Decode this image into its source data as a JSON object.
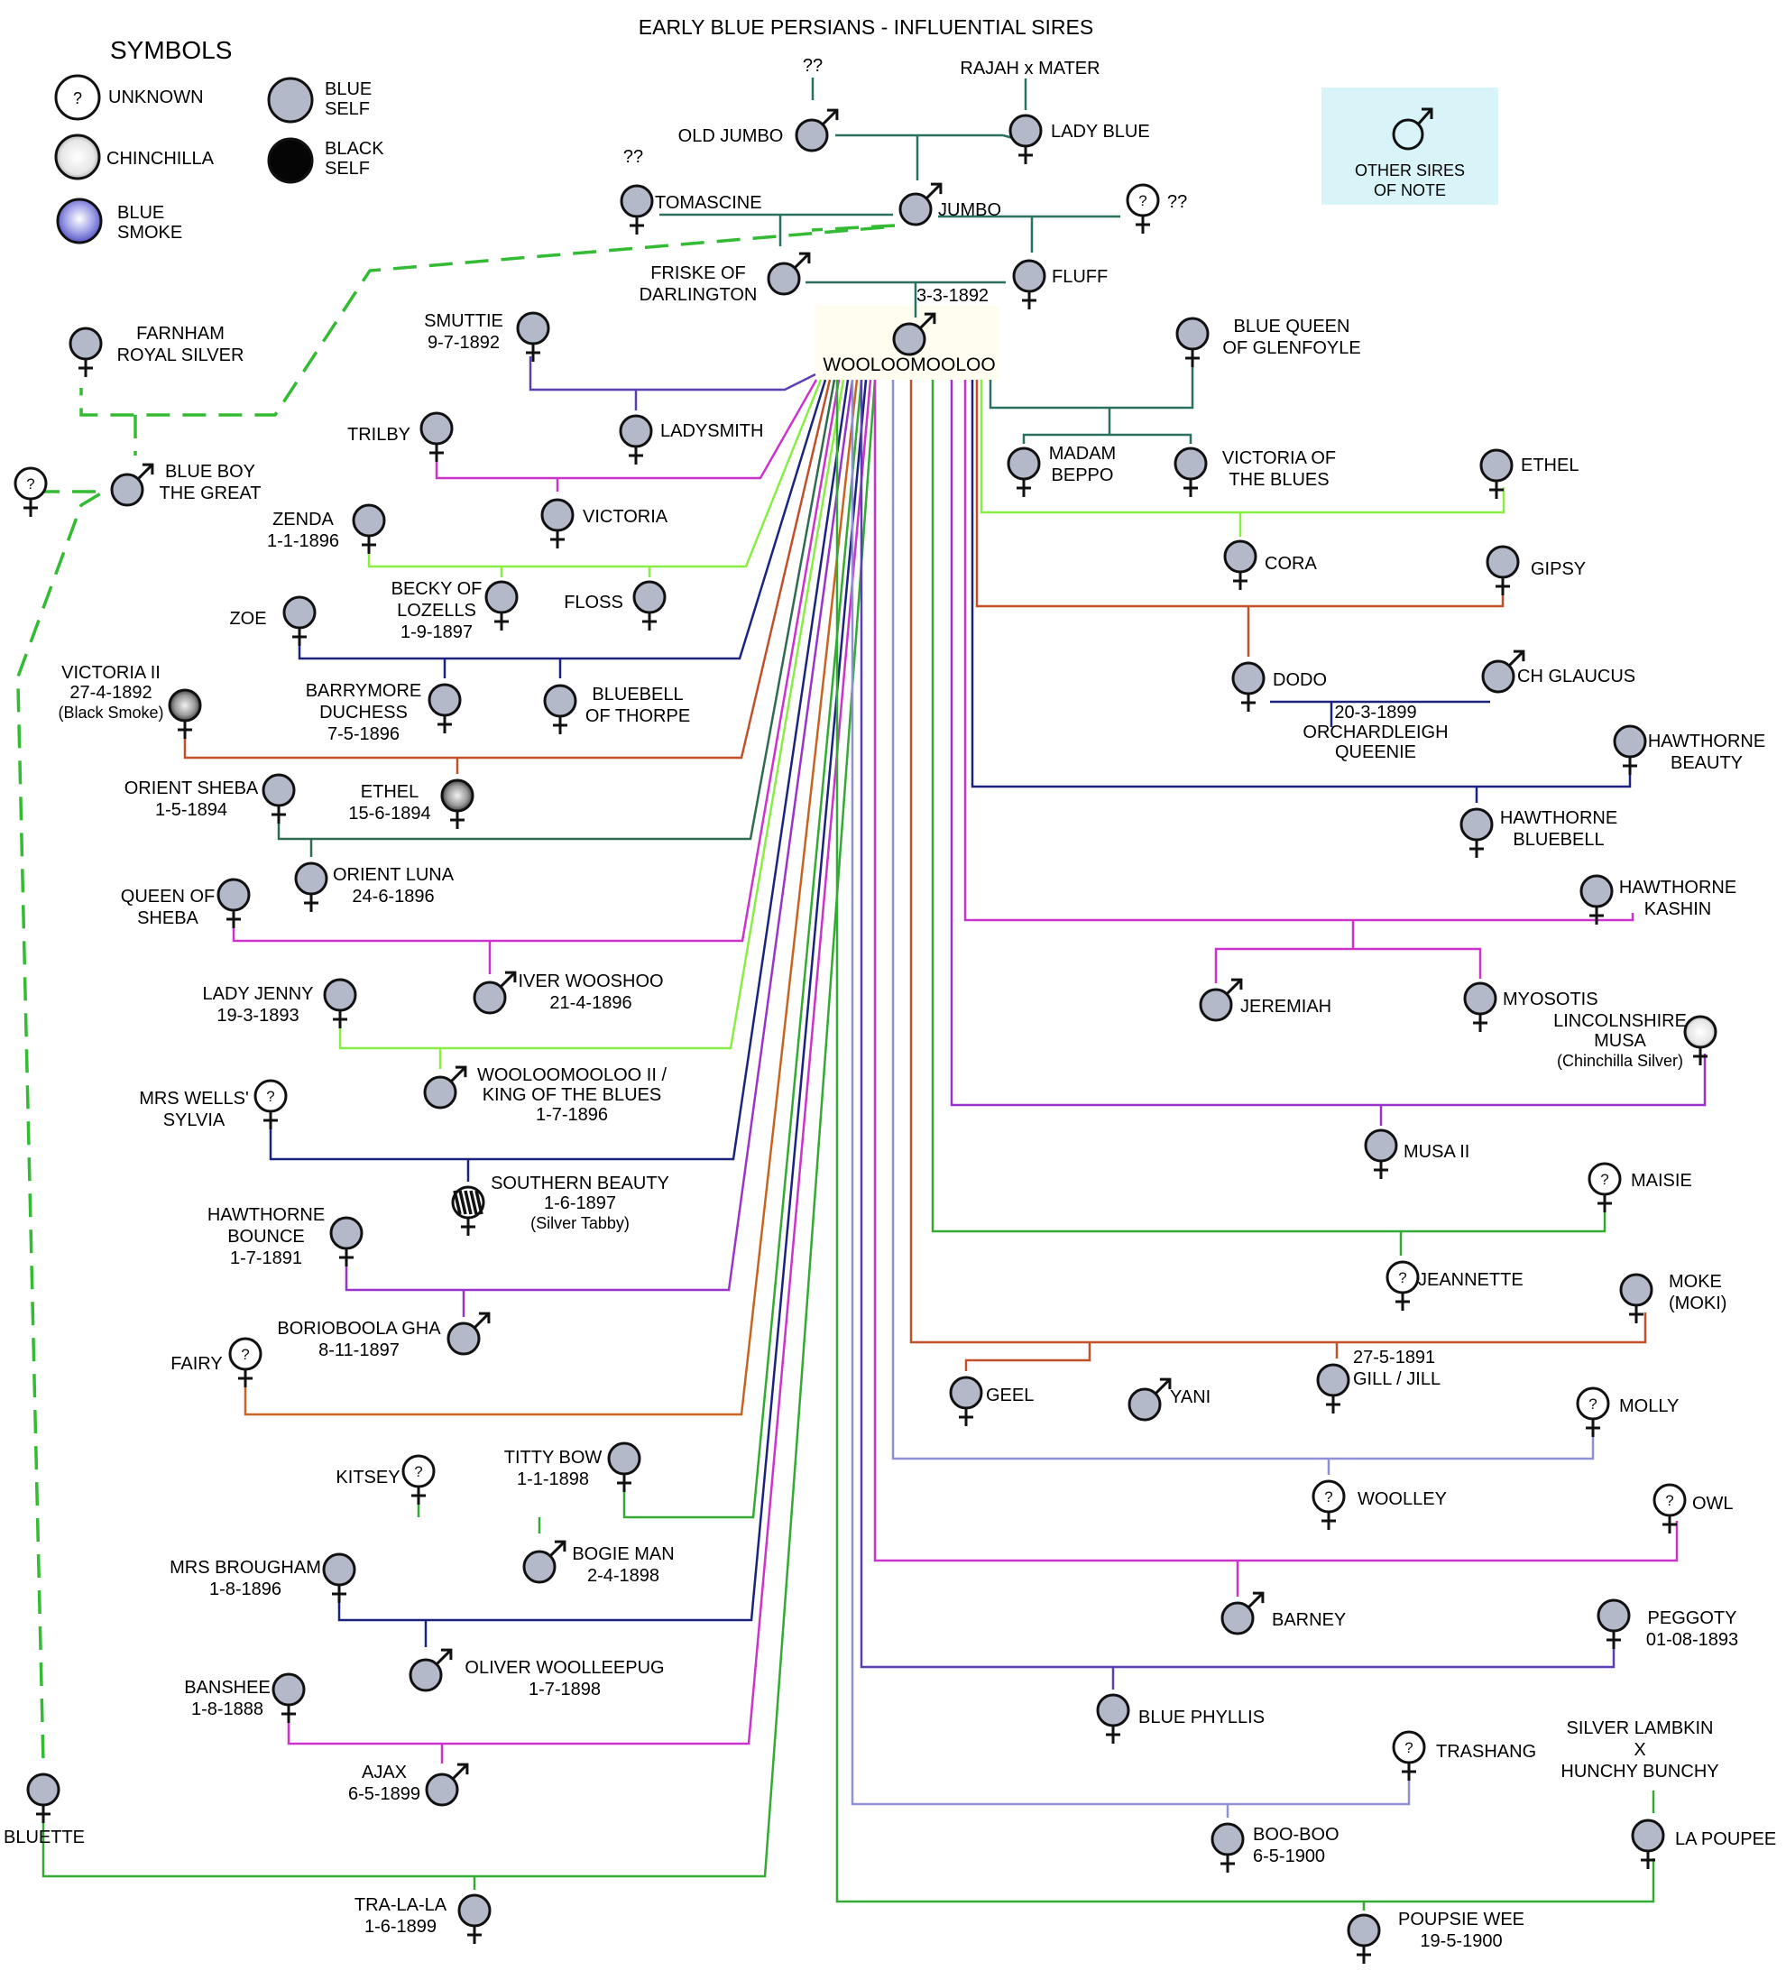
{
  "title": "EARLY BLUE PERSIANS - INFLUENTIAL SIRES",
  "legend": {
    "heading": "SYMBOLS",
    "items": [
      {
        "name": "unknown",
        "lines": [
          "UNKNOWN"
        ]
      },
      {
        "name": "chinchilla",
        "lines": [
          "CHINCHILLA"
        ]
      },
      {
        "name": "blue-smoke",
        "lines": [
          "BLUE",
          "SMOKE"
        ]
      },
      {
        "name": "blue-self",
        "lines": [
          "BLUE",
          "SELF"
        ]
      },
      {
        "name": "black-self",
        "lines": [
          "BLACK",
          "SELF"
        ]
      }
    ],
    "other_sires_note": [
      "OTHER SIRES",
      "OF NOTE"
    ]
  },
  "colors": {
    "dark_green": "#2e6b4f",
    "bright_green": "#33aa33",
    "light_green": "#88ee44",
    "dash_green": "#33bb33",
    "navy": "#1a237e",
    "purple": "#5a3fb0",
    "magenta": "#cc33cc",
    "violet": "#9933cc",
    "rust": "#c0502a",
    "orange": "#c86420",
    "lavender": "#8f8fd6",
    "teal": "#2a7060",
    "blue_fill": "#b4b9c9",
    "note_bg": "#d8f4f8"
  },
  "cats": [
    {
      "id": "qq1",
      "sex": "?",
      "fill": "none",
      "lines": [
        "??"
      ]
    },
    {
      "id": "rajah",
      "sex": "?",
      "fill": "none",
      "lines": [
        "RAJAH x MATER"
      ]
    },
    {
      "id": "old-jumbo",
      "sex": "M",
      "fill": "blue",
      "lines": [
        "OLD JUMBO"
      ]
    },
    {
      "id": "lady-blue",
      "sex": "F",
      "fill": "blue",
      "lines": [
        "LADY BLUE"
      ]
    },
    {
      "id": "qq2",
      "sex": "?",
      "fill": "none",
      "lines": [
        "??"
      ]
    },
    {
      "id": "tomascine",
      "sex": "F",
      "fill": "blue",
      "lines": [
        "TOMASCINE"
      ]
    },
    {
      "id": "jumbo",
      "sex": "M",
      "fill": "blue",
      "lines": [
        "JUMBO"
      ]
    },
    {
      "id": "qq3",
      "sex": "F",
      "fill": "unknown",
      "lines": [
        "??"
      ]
    },
    {
      "id": "friske",
      "sex": "M",
      "fill": "blue",
      "lines": [
        "FRISKE OF",
        "DARLINGTON"
      ]
    },
    {
      "id": "fluff",
      "sex": "F",
      "fill": "blue",
      "lines": [
        "FLUFF"
      ]
    },
    {
      "id": "date-1892",
      "sex": "?",
      "fill": "none",
      "lines": [
        "3-3-1892"
      ]
    },
    {
      "id": "wooloomooloo",
      "sex": "M",
      "fill": "blue",
      "lines": [
        "WOOLOOMOOLOO"
      ]
    },
    {
      "id": "farnham",
      "sex": "F",
      "fill": "blue",
      "lines": [
        "FARNHAM",
        "ROYAL SILVER"
      ]
    },
    {
      "id": "smuttie",
      "sex": "F",
      "fill": "blue",
      "lines": [
        "SMUTTIE",
        "9-7-1892"
      ]
    },
    {
      "id": "blue-queen",
      "sex": "F",
      "fill": "blue",
      "lines": [
        "BLUE QUEEN",
        "OF GLENFOYLE"
      ]
    },
    {
      "id": "ladysmith",
      "sex": "F",
      "fill": "blue",
      "lines": [
        "LADYSMITH"
      ]
    },
    {
      "id": "trilby",
      "sex": "F",
      "fill": "blue",
      "lines": [
        "TRILBY"
      ]
    },
    {
      "id": "madam-beppo",
      "sex": "F",
      "fill": "blue",
      "lines": [
        "MADAM",
        "BEPPO"
      ]
    },
    {
      "id": "victoria-blues",
      "sex": "F",
      "fill": "blue",
      "lines": [
        "VICTORIA OF",
        "THE BLUES"
      ]
    },
    {
      "id": "ethel-r",
      "sex": "F",
      "fill": "blue",
      "lines": [
        "ETHEL"
      ]
    },
    {
      "id": "unk-left",
      "sex": "F",
      "fill": "unknown",
      "lines": []
    },
    {
      "id": "blue-boy",
      "sex": "M",
      "fill": "blue",
      "lines": [
        "BLUE BOY",
        "THE GREAT"
      ]
    },
    {
      "id": "victoria",
      "sex": "F",
      "fill": "blue",
      "lines": [
        "VICTORIA"
      ]
    },
    {
      "id": "zenda",
      "sex": "F",
      "fill": "blue",
      "lines": [
        "ZENDA",
        "1-1-1896"
      ]
    },
    {
      "id": "cora",
      "sex": "F",
      "fill": "blue",
      "lines": [
        "CORA"
      ]
    },
    {
      "id": "gipsy",
      "sex": "F",
      "fill": "blue",
      "lines": [
        "GIPSY"
      ]
    },
    {
      "id": "becky",
      "sex": "F",
      "fill": "blue",
      "lines": [
        "BECKY OF",
        "LOZELLS",
        "1-9-1897"
      ]
    },
    {
      "id": "floss",
      "sex": "F",
      "fill": "blue",
      "lines": [
        "FLOSS"
      ]
    },
    {
      "id": "zoe",
      "sex": "F",
      "fill": "blue",
      "lines": [
        "ZOE"
      ]
    },
    {
      "id": "dodo",
      "sex": "F",
      "fill": "blue",
      "lines": [
        "DODO"
      ]
    },
    {
      "id": "ch-glaucus",
      "sex": "M",
      "fill": "blue",
      "lines": [
        "CH GLAUCUS"
      ]
    },
    {
      "id": "victoria-ii",
      "sex": "F",
      "fill": "smoke",
      "lines": [
        "VICTORIA II",
        "27-4-1892",
        "(Black Smoke)"
      ]
    },
    {
      "id": "barrymore",
      "sex": "F",
      "fill": "blue",
      "lines": [
        "BARRYMORE",
        "DUCHESS",
        "7-5-1896"
      ]
    },
    {
      "id": "bluebell-thorpe",
      "sex": "F",
      "fill": "blue",
      "lines": [
        "BLUEBELL",
        "OF THORPE"
      ]
    },
    {
      "id": "orchardleigh",
      "sex": "?",
      "fill": "none",
      "lines": [
        "20-3-1899",
        "ORCHARDLEIGH",
        "QUEENIE"
      ]
    },
    {
      "id": "hawthorne-beauty",
      "sex": "F",
      "fill": "blue",
      "lines": [
        "HAWTHORNE",
        "BEAUTY"
      ]
    },
    {
      "id": "orient-sheba",
      "sex": "F",
      "fill": "blue",
      "lines": [
        "ORIENT SHEBA",
        "1-5-1894"
      ]
    },
    {
      "id": "ethel-l",
      "sex": "F",
      "fill": "smoke",
      "lines": [
        "ETHEL",
        "15-6-1894"
      ]
    },
    {
      "id": "hawthorne-bluebell",
      "sex": "F",
      "fill": "blue",
      "lines": [
        "HAWTHORNE",
        "BLUEBELL"
      ]
    },
    {
      "id": "orient-luna",
      "sex": "F",
      "fill": "blue",
      "lines": [
        "ORIENT LUNA",
        "24-6-1896"
      ]
    },
    {
      "id": "hawthorne-kashin",
      "sex": "F",
      "fill": "blue",
      "lines": [
        "HAWTHORNE",
        "KASHIN"
      ]
    },
    {
      "id": "queen-sheba",
      "sex": "F",
      "fill": "blue",
      "lines": [
        "QUEEN OF",
        "SHEBA"
      ]
    },
    {
      "id": "iver-wooshoo",
      "sex": "M",
      "fill": "blue",
      "lines": [
        "IVER WOOSHOO",
        "21-4-1896"
      ]
    },
    {
      "id": "jeremiah",
      "sex": "M",
      "fill": "blue",
      "lines": [
        "JEREMIAH"
      ]
    },
    {
      "id": "myosotis",
      "sex": "F",
      "fill": "blue",
      "lines": [
        "MYOSOTIS"
      ]
    },
    {
      "id": "lady-jenny",
      "sex": "F",
      "fill": "blue",
      "lines": [
        "LADY JENNY",
        "19-3-1893"
      ]
    },
    {
      "id": "lincolnshire-musa",
      "sex": "F",
      "fill": "chinchilla",
      "lines": [
        "LINCOLNSHIRE",
        "MUSA",
        "(Chinchilla Silver)"
      ]
    },
    {
      "id": "wooloomooloo-ii",
      "sex": "M",
      "fill": "blue",
      "lines": [
        "WOOLOOMOOLOO II /",
        "KING OF THE BLUES",
        "1-7-1896"
      ]
    },
    {
      "id": "mrs-wells",
      "sex": "F",
      "fill": "unknown",
      "lines": [
        "MRS WELLS'",
        "SYLVIA"
      ]
    },
    {
      "id": "musa-ii",
      "sex": "F",
      "fill": "blue",
      "lines": [
        "MUSA II"
      ]
    },
    {
      "id": "southern-beauty",
      "sex": "F",
      "fill": "tabby",
      "lines": [
        "SOUTHERN BEAUTY",
        "1-6-1897",
        "(Silver Tabby)"
      ]
    },
    {
      "id": "maisie",
      "sex": "F",
      "fill": "unknown",
      "lines": [
        "MAISIE"
      ]
    },
    {
      "id": "hawthorne-bounce",
      "sex": "F",
      "fill": "blue",
      "lines": [
        "HAWTHORNE",
        "BOUNCE",
        "1-7-1891"
      ]
    },
    {
      "id": "jeannette",
      "sex": "F",
      "fill": "unknown",
      "lines": [
        "JEANNETTE"
      ]
    },
    {
      "id": "moke",
      "sex": "F",
      "fill": "blue",
      "lines": [
        "MOKE",
        "(MOKI)"
      ]
    },
    {
      "id": "borioboola",
      "sex": "M",
      "fill": "blue",
      "lines": [
        "BORIOBOOLA GHA",
        "8-11-1897"
      ]
    },
    {
      "id": "fairy",
      "sex": "F",
      "fill": "unknown",
      "lines": [
        "FAIRY"
      ]
    },
    {
      "id": "geel",
      "sex": "F",
      "fill": "blue",
      "lines": [
        "GEEL"
      ]
    },
    {
      "id": "yani",
      "sex": "M",
      "fill": "blue",
      "lines": [
        "YANI"
      ]
    },
    {
      "id": "gill-jill",
      "sex": "F",
      "fill": "blue",
      "lines": [
        "27-5-1891",
        "GILL / JILL"
      ]
    },
    {
      "id": "molly",
      "sex": "F",
      "fill": "unknown",
      "lines": [
        "MOLLY"
      ]
    },
    {
      "id": "titty-bow",
      "sex": "F",
      "fill": "blue",
      "lines": [
        "TITTY BOW",
        "1-1-1898"
      ]
    },
    {
      "id": "kitsey",
      "sex": "F",
      "fill": "unknown",
      "lines": [
        "KITSEY"
      ]
    },
    {
      "id": "woolley",
      "sex": "F",
      "fill": "unknown",
      "lines": [
        "WOOLLEY"
      ]
    },
    {
      "id": "owl",
      "sex": "F",
      "fill": "unknown",
      "lines": [
        "OWL"
      ]
    },
    {
      "id": "bogie-man",
      "sex": "M",
      "fill": "blue",
      "lines": [
        "BOGIE MAN",
        "2-4-1898"
      ]
    },
    {
      "id": "mrs-brougham",
      "sex": "F",
      "fill": "blue",
      "lines": [
        "MRS BROUGHAM",
        "1-8-1896"
      ]
    },
    {
      "id": "barney",
      "sex": "M",
      "fill": "blue",
      "lines": [
        "BARNEY"
      ]
    },
    {
      "id": "peggoty",
      "sex": "F",
      "fill": "blue",
      "lines": [
        "PEGGOTY",
        "01-08-1893"
      ]
    },
    {
      "id": "oliver",
      "sex": "M",
      "fill": "blue",
      "lines": [
        "OLIVER WOOLLEEPUG",
        "1-7-1898"
      ]
    },
    {
      "id": "banshee",
      "sex": "F",
      "fill": "blue",
      "lines": [
        "BANSHEE",
        "1-8-1888"
      ]
    },
    {
      "id": "blue-phyllis",
      "sex": "F",
      "fill": "blue",
      "lines": [
        "BLUE PHYLLIS"
      ]
    },
    {
      "id": "silver-lambkin",
      "sex": "?",
      "fill": "none",
      "lines": [
        "SILVER LAMBKIN",
        "X",
        "HUNCHY BUNCHY"
      ]
    },
    {
      "id": "trashang",
      "sex": "F",
      "fill": "unknown",
      "lines": [
        "TRASHANG"
      ]
    },
    {
      "id": "ajax",
      "sex": "M",
      "fill": "blue",
      "lines": [
        "AJAX",
        "6-5-1899"
      ]
    },
    {
      "id": "bluette",
      "sex": "F",
      "fill": "blue",
      "lines": [
        "BLUETTE"
      ]
    },
    {
      "id": "boo-boo",
      "sex": "F",
      "fill": "blue",
      "lines": [
        "BOO-BOO",
        "6-5-1900"
      ]
    },
    {
      "id": "la-poupee",
      "sex": "F",
      "fill": "blue",
      "lines": [
        "LA POUPEE"
      ]
    },
    {
      "id": "tra-la-la",
      "sex": "F",
      "fill": "blue",
      "lines": [
        "TRA-LA-LA",
        "1-6-1899"
      ]
    },
    {
      "id": "poupsie-wee",
      "sex": "F",
      "fill": "blue",
      "lines": [
        "POUPSIE WEE",
        "19-5-1900"
      ]
    }
  ]
}
